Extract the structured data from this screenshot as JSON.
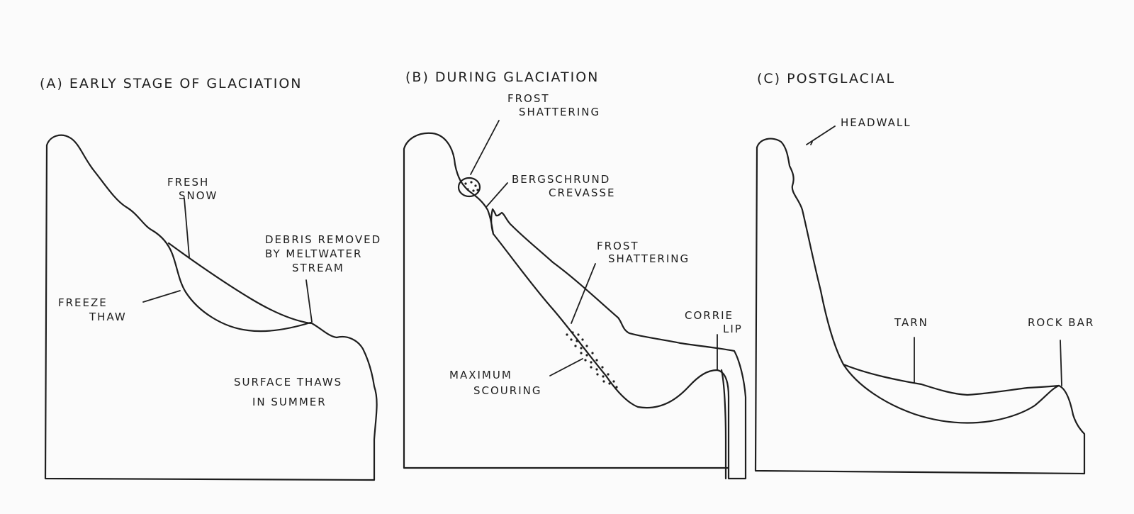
{
  "panels": [
    {
      "title": "(A) EARLY STAGE OF GLACIATION",
      "labels": {
        "fresh_snow": [
          "FRESH",
          "SNOW"
        ],
        "debris": [
          "DEBRIS REMOVED",
          "BY MELTWATER",
          "STREAM"
        ],
        "freeze_thaw": [
          "FREEZE",
          "THAW"
        ],
        "surface_thaws": [
          "SURFACE THAWS",
          "IN SUMMER"
        ]
      }
    },
    {
      "title": "(B) DURING GLACIATION",
      "labels": {
        "frost_shattering_top": [
          "FROST",
          "SHATTERING"
        ],
        "bergschrund": [
          "BERGSCHRUND",
          "CREVASSE"
        ],
        "frost_shattering_mid": [
          "FROST",
          "SHATTERING"
        ],
        "corrie_lip": [
          "CORRIE",
          "LIP"
        ],
        "maximum_scouring": [
          "MAXIMUM",
          "SCOURING"
        ]
      }
    },
    {
      "title": "(C) POSTGLACIAL",
      "labels": {
        "headwall": [
          "HEADWALL"
        ],
        "tarn": [
          "TARN"
        ],
        "rock_bar": [
          "ROCK BAR"
        ]
      }
    }
  ]
}
